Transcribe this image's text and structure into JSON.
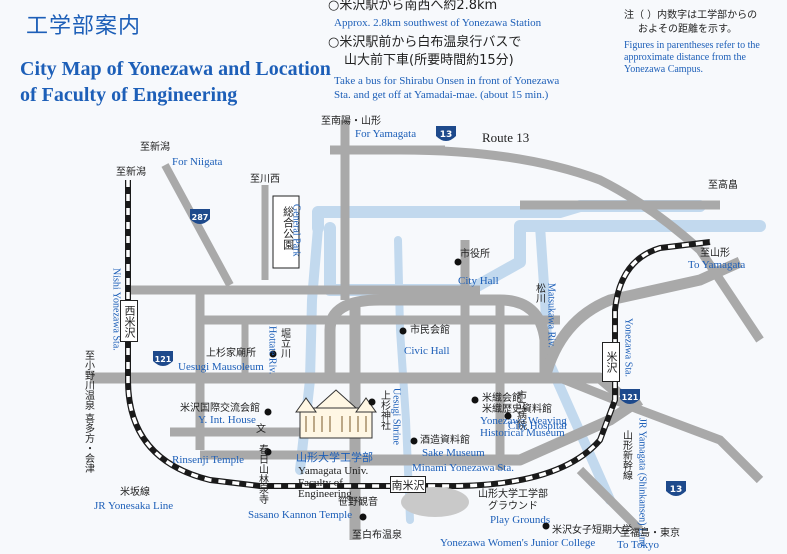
{
  "header": {
    "title_ja": "工学部案内",
    "title_en_line1": "City Map of Yonezawa and Location",
    "title_en_line2": "of Faculty of Engineering"
  },
  "directions": {
    "bullet1_ja": "○米沢駅から南西へ約2.8km",
    "bullet1_en": "Approx. 2.8km southwest of Yonezawa Station",
    "bullet2_ja_line1": "○米沢駅前から白布温泉行バスで",
    "bullet2_ja_line2": "山大前下車(所要時間約15分)",
    "bullet2_en_line1": "Take a bus for Shirabu Onsen in front of Yonezawa",
    "bullet2_en_line2": "Sta. and get off at Yamadai-mae. (about 15 min.)"
  },
  "note": {
    "ja_line1": "注（ ）内数字は工学部からの",
    "ja_line2": "およその距離を示す。",
    "en_line1": "Figures in parentheses refer to the",
    "en_line2": "approximate distance from the",
    "en_line3": "Yonezawa Campus."
  },
  "route_badges": [
    "13",
    "287",
    "121",
    "121",
    "13"
  ],
  "labels": {
    "to_minamiyo_yamagata_ja": "至南陽・山形",
    "for_yamagata_en": "For Yamagata",
    "route13": "Route 13",
    "to_niigata_ja1": "至新潟",
    "for_niigata_en": "For Niigata",
    "to_niigata_ja2": "至新潟",
    "to_kawanishi_ja": "至川西",
    "park_ja": "総合公園",
    "park_en": "General Park",
    "to_takahata_ja": "至高畠",
    "to_yamagata_ja": "至山形",
    "to_yamagata_en": "To Yamagata",
    "city_office_ja": "市役所",
    "city_hall_en": "City Hall",
    "matsukawa_ja": "松川",
    "matsukawa_en": "Matsukawa Riv.",
    "nishi_yonezawa_en": "Nishi Yonezawa Sta.",
    "nishi_yonezawa_ja": "西米沢",
    "to_onsen_ja": "至小野川温泉 喜多方・会津",
    "hottate_ja": "堀立川",
    "hottate_en": "Hottate Riv.",
    "civic_ja": "市民会館",
    "civic_en": "Civic Hall",
    "uesugi_ja": "上杉家廟所",
    "uesugi_en": "Uesugi Mausoleum",
    "yonezawa_ja": "米沢",
    "yonezawa_sta_en": "Yonezawa Sta.",
    "intl_house_ja": "米沢国際交流会館",
    "intl_house_en": "Y. Int. House",
    "bun": "文",
    "kasugayama_ja": "春日山林泉寺",
    "rinsenji_en": "Rinsenji Temple",
    "uesugi_shrine_ja": "上杉神社",
    "uesugi_shrine_en": "Uesugi Shrine",
    "orimono_ja1": "米織会館",
    "orimono_ja2": "米織歴史資料館",
    "weaving_en1": "Yonezawa Weaving",
    "weaving_en2": "Historical Museum",
    "sake_ja": "酒造資料館",
    "sake_en": "Sake Museum",
    "hospital_ja": "市立病院",
    "hospital_en": "City Hospital",
    "faculty_ja": "山形大学工学部",
    "faculty_en1": "Yamagata Univ.",
    "faculty_en2": "Faculty of",
    "faculty_en3": "Engineering",
    "minami_en": "Minami Yonezawa Sta.",
    "minami_ja": "南米沢",
    "yonesaka_ja": "米坂線",
    "yonesaka_en": "JR Yonesaka Line",
    "sasano_ja": "笹野観音",
    "sasano_en": "Sasano Kannon Temple",
    "shirabu_ja": "至白布温泉",
    "grounds_ja1": "山形大学工学部",
    "grounds_ja2": "グラウンド",
    "grounds_en": "Play Grounds",
    "jr_ja": "山形新幹線",
    "jr_en": "JR Yamagata (Shinkansen) Line",
    "womens_ja": "米沢女子短期大学",
    "womens_en": "Yonezawa Women's Junior College",
    "to_fukushima_ja": "至福島・東京",
    "to_tokyo_en": "To Tokyo"
  },
  "colors": {
    "road": "#a9a9a9",
    "river": "#c2d9ee",
    "accent_blue": "#1d5fb8",
    "route_badge": "#1e4a8c",
    "rail_dark": "#1a1a1a"
  }
}
